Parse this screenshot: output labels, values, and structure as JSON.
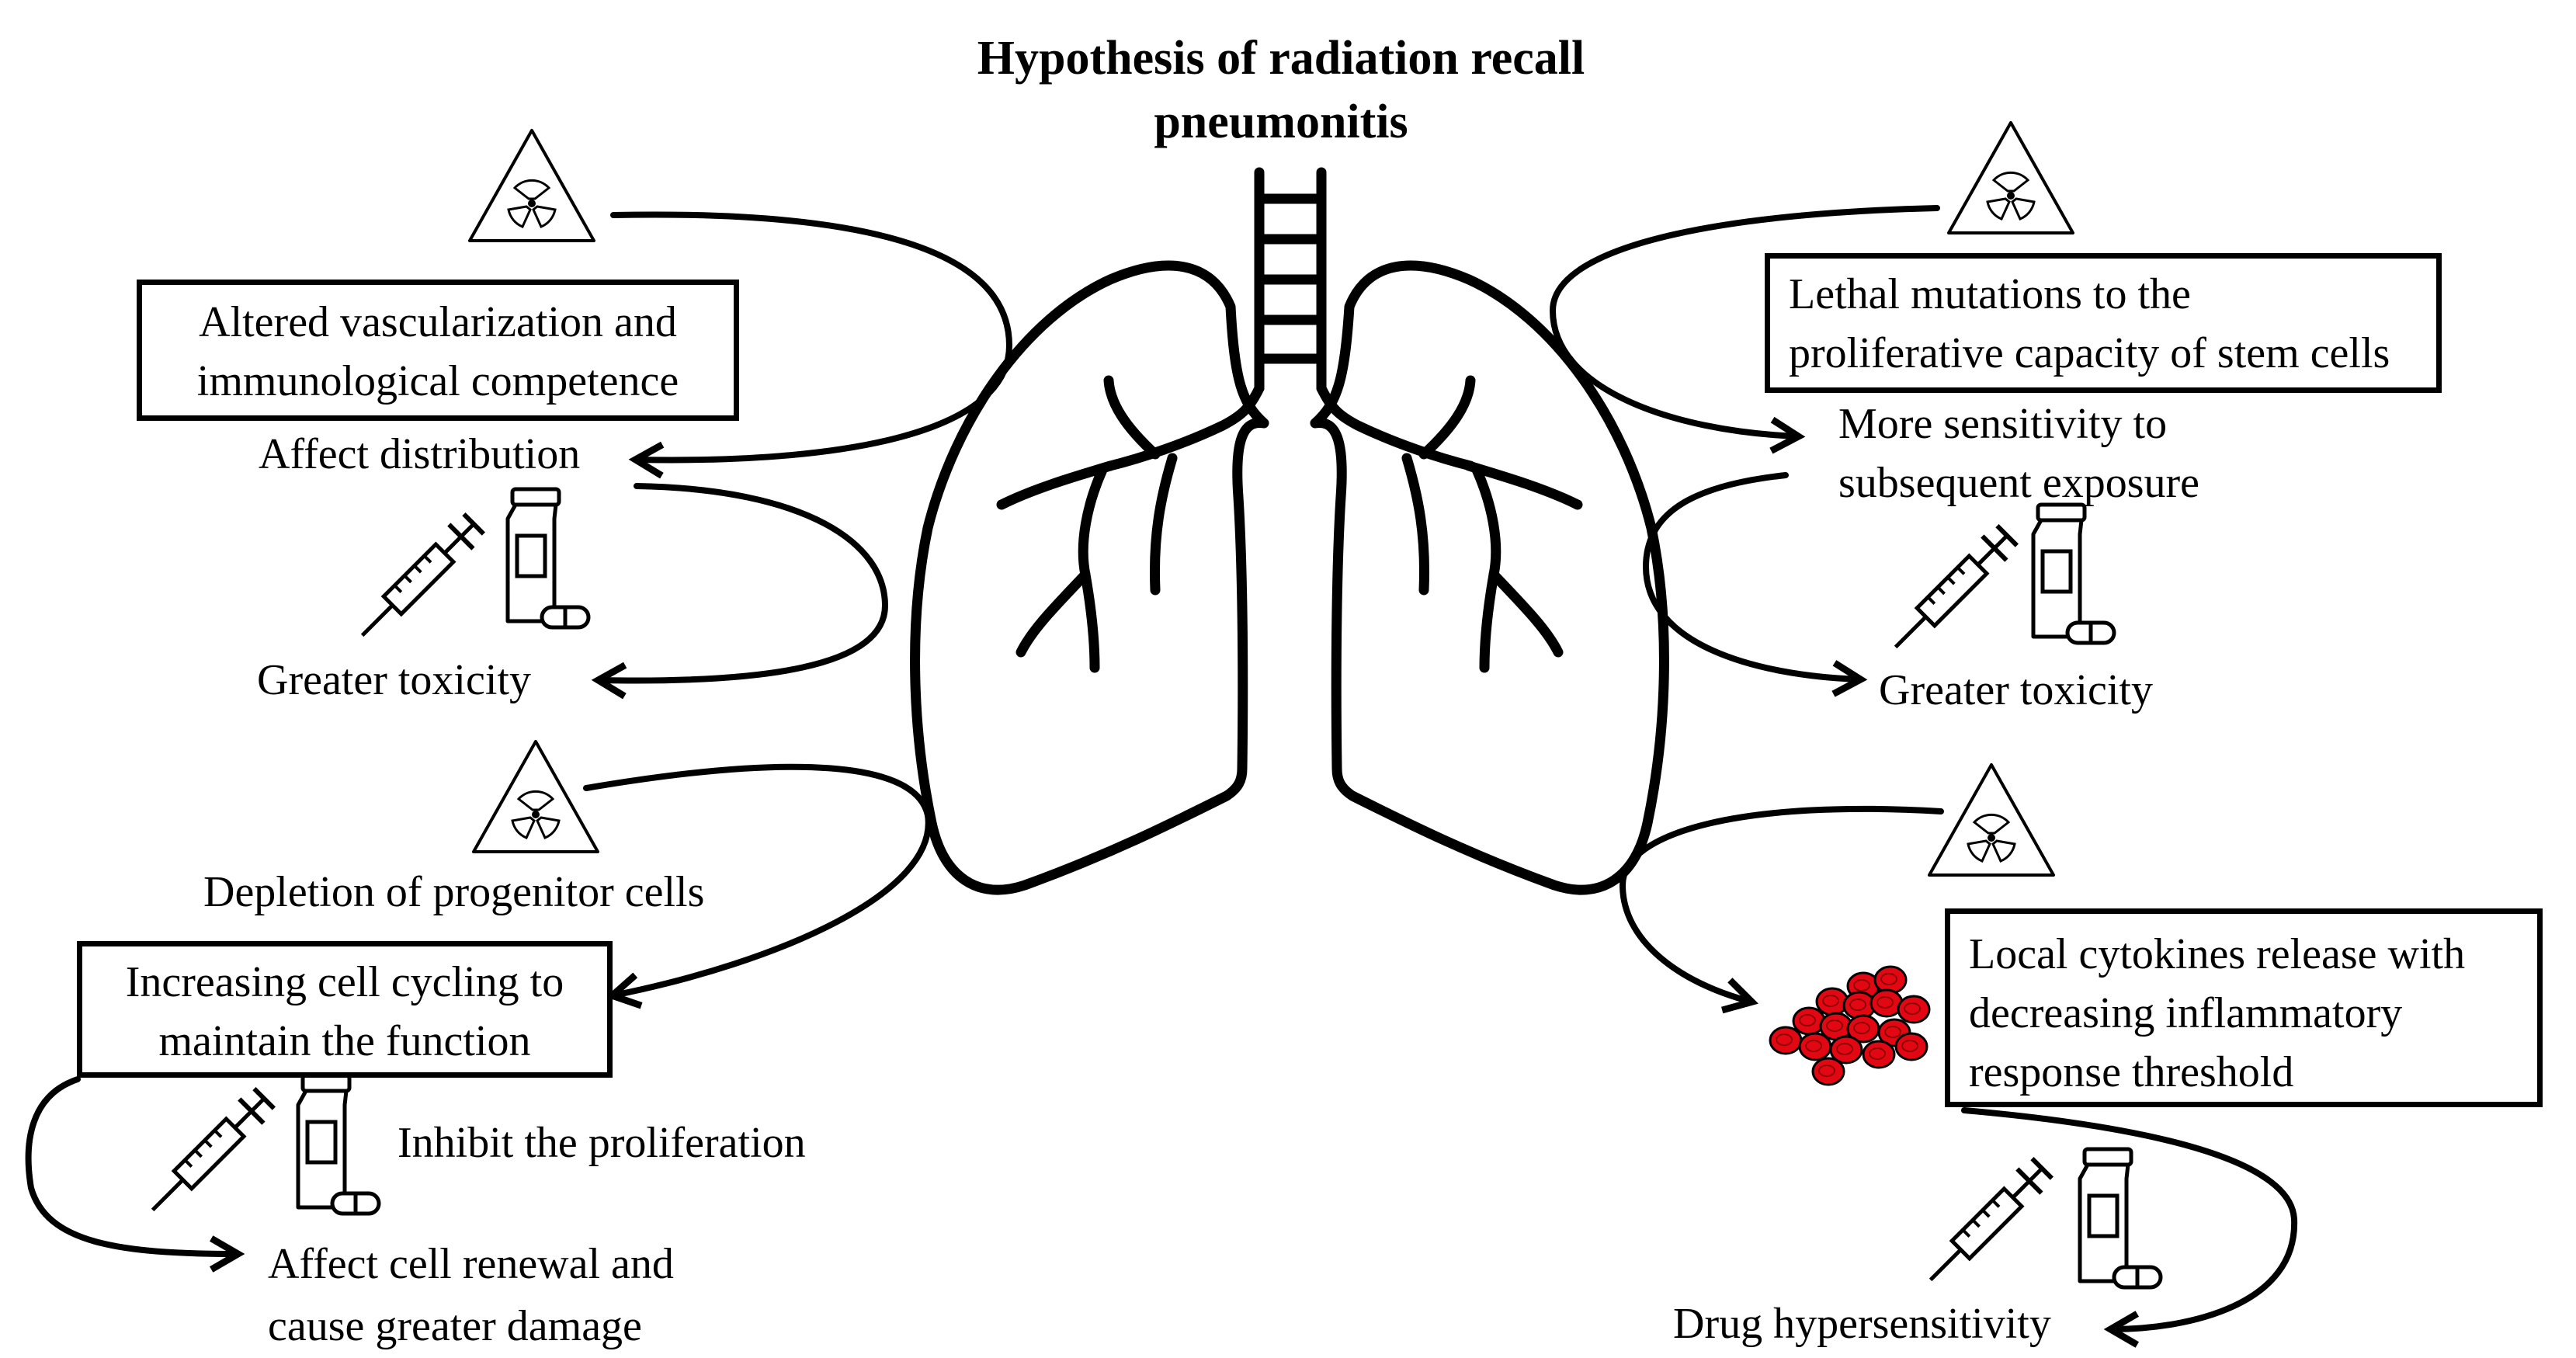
{
  "title": {
    "line1": "Hypothesis of radiation recall",
    "line2": "pneumonitis"
  },
  "left_top": {
    "box_line1": "Altered vascularization and",
    "box_line2": "immunological competence",
    "affect": "Affect distribution",
    "toxicity": "Greater toxicity"
  },
  "left_bottom": {
    "depletion": "Depletion of progenitor cells",
    "box_line1": "Increasing cell cycling to",
    "box_line2": "maintain the function",
    "inhibit": "Inhibit the proliferation",
    "renewal_line1": "Affect cell renewal and",
    "renewal_line2": "cause greater damage"
  },
  "right_top": {
    "box_line1": "Lethal mutations to the",
    "box_line2": "proliferative capacity of stem cells",
    "sens_line1": "More sensitivity to",
    "sens_line2": "subsequent exposure",
    "toxicity": "Greater toxicity"
  },
  "right_bottom": {
    "box_line1": "Local cytokines release with",
    "box_line2": "decreasing inflammatory",
    "box_line3": "response threshold",
    "hyper": "Drug hypersensitivity"
  },
  "colors": {
    "stroke": "#000000",
    "cells": "#e30613",
    "background": "#ffffff"
  },
  "icons": [
    "radiation-warning-icon",
    "syringe-icon",
    "drug-bottle-icon",
    "capsule-icon",
    "lungs-icon",
    "red-blood-cells-icon"
  ]
}
